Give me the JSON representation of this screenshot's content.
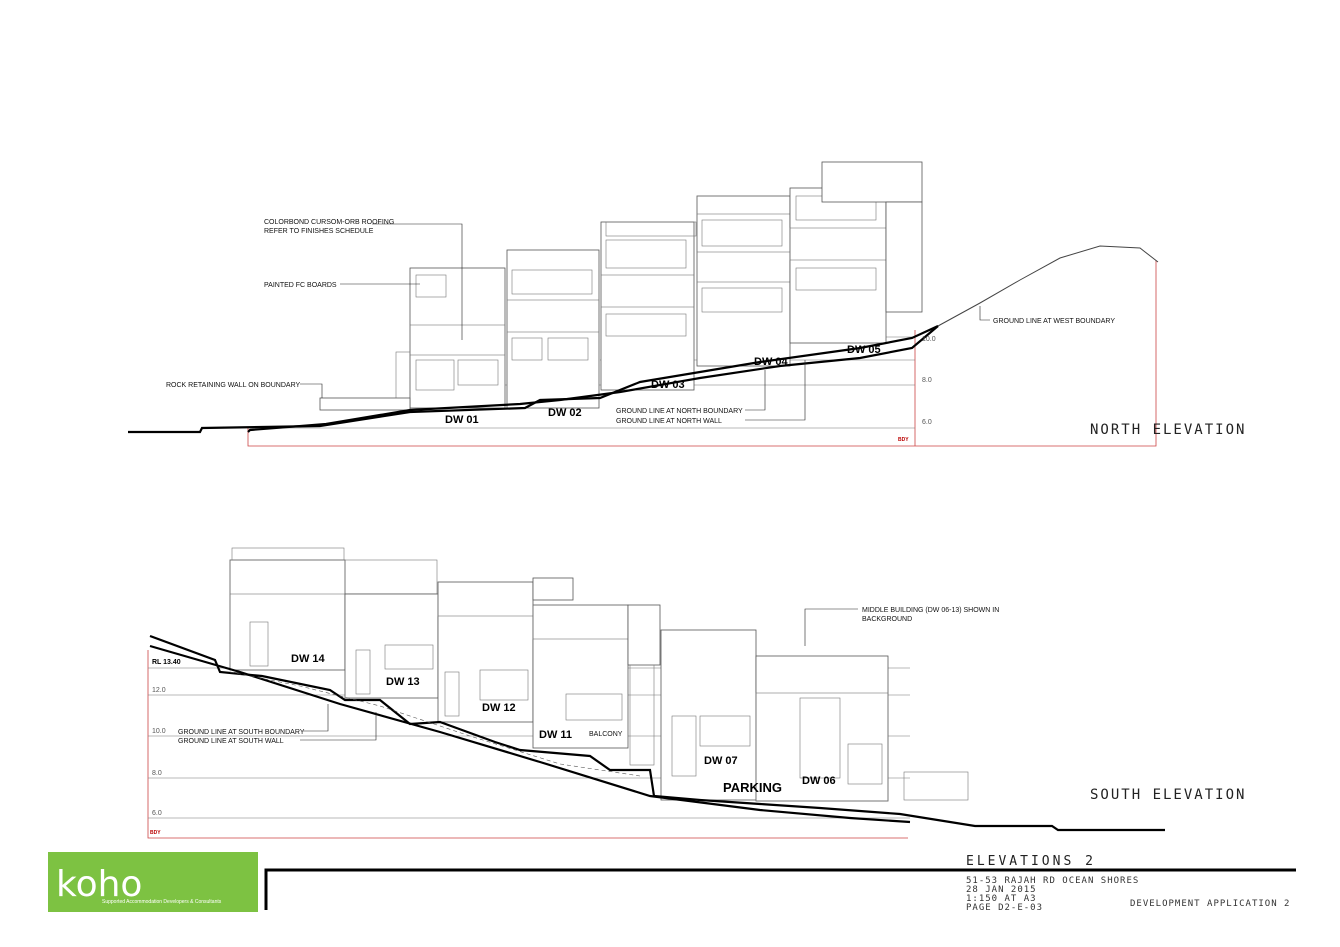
{
  "drawing": {
    "north": {
      "title": "NORTH ELEVATION",
      "notes": {
        "roofing_1": "COLORBOND CURSOM-ORB ROOFING",
        "roofing_2": "REFER TO FINISHES SCHEDULE",
        "boards": "PAINTED FC BOARDS",
        "rock_wall": "ROCK RETAINING WALL ON BOUNDARY",
        "west_boundary": "GROUND LINE AT WEST BOUNDARY",
        "north_boundary": "GROUND LINE AT NORTH BOUNDARY",
        "north_wall": "GROUND LINE AT NORTH WALL"
      },
      "units": [
        "DW 01",
        "DW 02",
        "DW 03",
        "DW 04",
        "DW 05"
      ],
      "levels": [
        "10.0",
        "8.0",
        "6.0"
      ],
      "bdy": "BDY"
    },
    "south": {
      "title": "SOUTH ELEVATION",
      "notes": {
        "middle_1": "MIDDLE BUILDING (DW 06-13) SHOWN IN",
        "middle_2": "BACKGROUND",
        "south_boundary": "GROUND LINE AT SOUTH BOUNDARY",
        "south_wall": "GROUND LINE AT SOUTH WALL",
        "balcony": "BALCONY"
      },
      "units": [
        "DW 14",
        "DW 13",
        "DW 12",
        "DW 11",
        "DW 07",
        "DW 06"
      ],
      "parking": "PARKING",
      "levels": [
        "RL 13.40",
        "12.0",
        "10.0",
        "8.0",
        "6.0"
      ],
      "bdy": "BDY"
    }
  },
  "title_block": {
    "title": "ELEVATIONS 2",
    "address": "51-53 RAJAH RD OCEAN SHORES",
    "date": "28 JAN 2015",
    "scale": "1:150 AT A3",
    "page": "PAGE D2-E-03",
    "stage": "DEVELOPMENT APPLICATION 2"
  },
  "logo": {
    "word": "koho",
    "tagline": "Supported Accommodation Developers & Consultants",
    "color": "#7dc242"
  }
}
